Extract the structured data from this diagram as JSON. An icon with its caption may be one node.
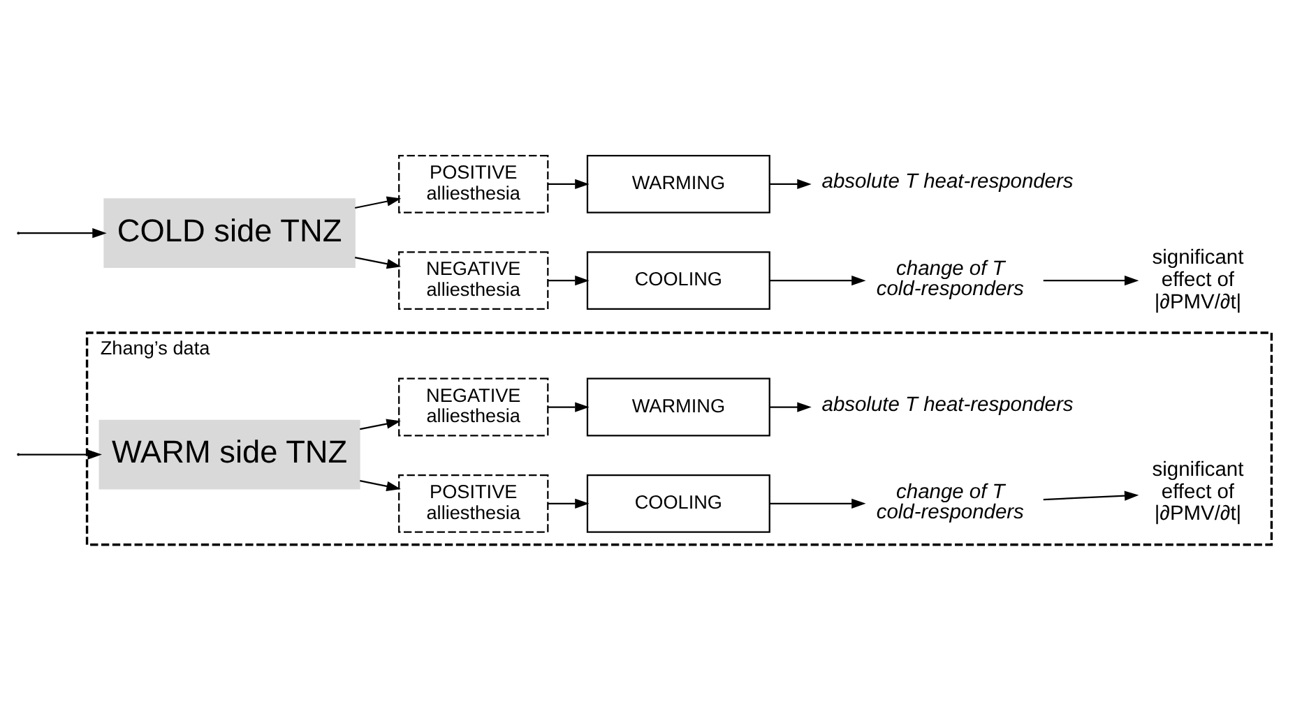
{
  "diagram": {
    "nodes": [
      {
        "text": [
          "Zhang’s data"
        ]
      },
      {
        "text": [
          "WARM side TNZ"
        ],
        "in": 0
      },
      {
        "text": [
          "POSITIVE alliesthesia"
        ],
        "in": 0
      },
      {
        "text": [
          "COOLING"
        ],
        "in": 0
      },
      {
        "text": [
          "change of T cold-responders"
        ],
        "in": 0
      },
      {
        "text": [
          "significant effect of |∂PMV/∂t|"
        ],
        "in": 0
      },
      {
        "text": [
          "NEGATIVE alliesthesia"
        ],
        "in": 0
      },
      {
        "text": [
          "WARMING"
        ],
        "in": 0
      },
      {
        "text": [
          "absolute T heat-responders"
        ],
        "in": 0
      },
      {
        "text": [
          "COLD side TNZ"
        ]
      },
      {
        "text": [
          "POSITIVE alliesthesia"
        ]
      },
      {
        "text": [
          "WARMING"
        ]
      },
      {
        "text": [
          "absolute T heat-responders"
        ]
      },
      {
        "text": [
          "NEGATIVE alliesthesia"
        ]
      },
      {
        "text": [
          "COOLING"
        ]
      },
      {
        "text": [
          "change of T cold-responders"
        ]
      },
      {
        "text": [
          "significant effect of |∂PMV/∂t|"
        ]
      }
    ],
    "edges": [
      {
        "from": null,
        "to": 1,
        "arrow": "to"
      },
      {
        "from": null,
        "to": 9,
        "arrow": "to"
      },
      {
        "from": 1,
        "to": 2,
        "arrow": "to"
      },
      {
        "from": 1,
        "to": 6,
        "arrow": "to"
      },
      {
        "from": 2,
        "to": 3,
        "arrow": "to"
      },
      {
        "from": 3,
        "to": 4,
        "arrow": "to"
      },
      {
        "from": 4,
        "to": 5,
        "arrow": "to"
      },
      {
        "from": 6,
        "to": 7,
        "arrow": "to"
      },
      {
        "from": 7,
        "to": 8,
        "arrow": "to"
      },
      {
        "from": 9,
        "to": 10,
        "arrow": "to"
      },
      {
        "from": 9,
        "to": 13,
        "arrow": "to"
      },
      {
        "from": 10,
        "to": 11,
        "arrow": "to"
      },
      {
        "from": 11,
        "to": 12,
        "arrow": "to"
      },
      {
        "from": 13,
        "to": 14,
        "arrow": "to"
      },
      {
        "from": 14,
        "to": 15,
        "arrow": "to"
      },
      {
        "from": 15,
        "to": 16,
        "arrow": "to"
      }
    ]
  }
}
